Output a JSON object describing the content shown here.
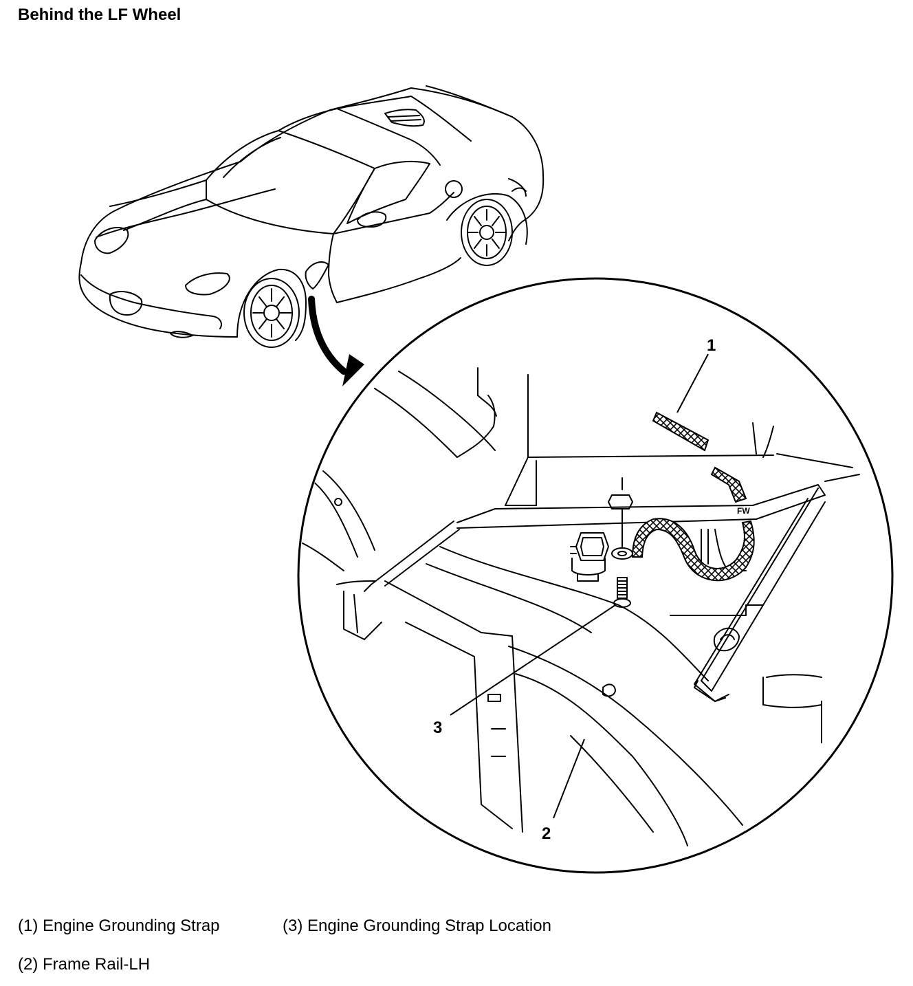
{
  "title": "Behind the LF Wheel",
  "callouts": [
    "1",
    "2",
    "3"
  ],
  "legend": [
    {
      "text": "(1) Engine Grounding Strap"
    },
    {
      "text": "(3) Engine Grounding Strap Location"
    },
    {
      "text": "(2) Frame Rail-LH"
    }
  ]
}
